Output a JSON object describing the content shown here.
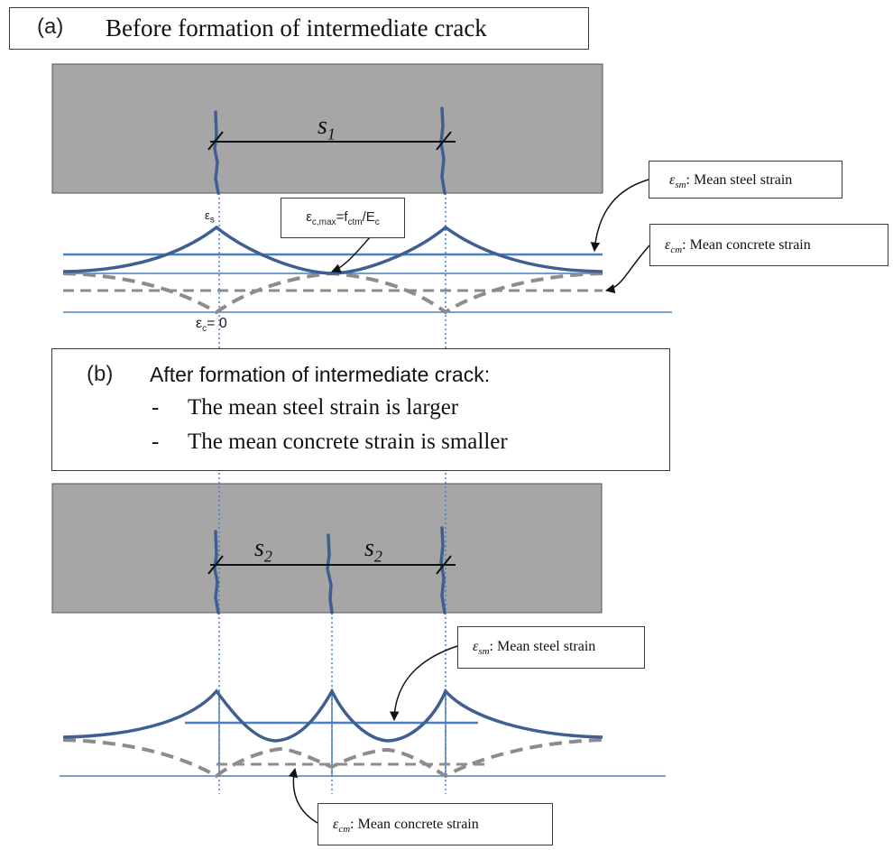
{
  "panel_a": {
    "letter": "(a)",
    "title": "Before formation of intermediate crack",
    "spacing_symbol": "s",
    "spacing_sub": "1",
    "eps_s_sym": "ε",
    "eps_s_sub": "s",
    "eps_cmax_sym": "ε",
    "eps_cmax_sub": "c,max",
    "eps_cmax_eq": "=f",
    "eps_cmax_fsub": "ctm",
    "eps_cmax_div": "/E",
    "eps_cmax_esub": "c",
    "eps_c0_sym": "ε",
    "eps_c0_sub": "c",
    "eps_c0_val": "= 0",
    "sm_sym": "ε",
    "sm_sub": "sm",
    "sm_text": ": Mean steel strain",
    "cm_sym": "ε",
    "cm_sub": "cm",
    "cm_text": ": Mean concrete strain"
  },
  "panel_b": {
    "letter": "(b)",
    "title": "After formation of intermediate crack:",
    "bullet_dash": "-",
    "bullet_1": "The mean steel strain is larger",
    "bullet_2": "The mean concrete strain is smaller",
    "spacing_symbol": "s",
    "spacing_sub": "2",
    "sm_sym": "ε",
    "sm_sub": "sm",
    "sm_text": ": Mean steel strain",
    "cm_sym": "ε",
    "cm_sub": "cm",
    "cm_text": ": Mean concrete strain"
  },
  "colors": {
    "concrete": "#a6a6a6",
    "steel_curve": "#3f5f93",
    "mean_line": "#4a7fc1",
    "concrete_curve": "#8c8c8c"
  }
}
